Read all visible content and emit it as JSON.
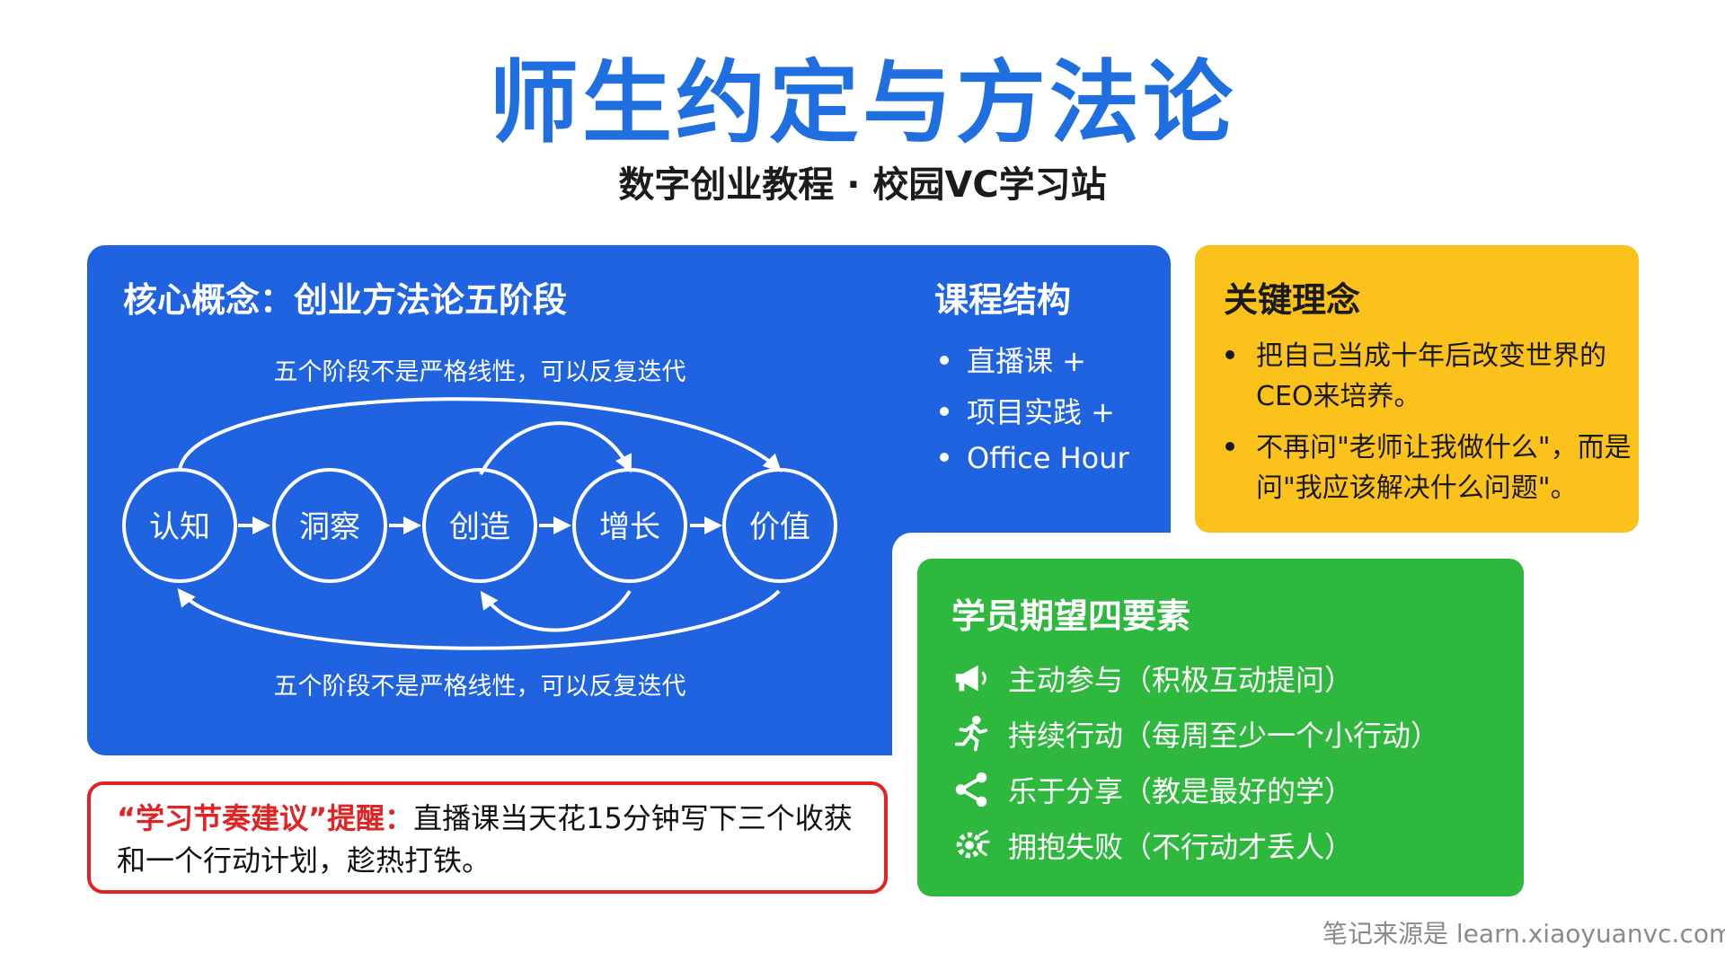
{
  "colors": {
    "title_blue": "#1f6fe0",
    "panel_blue": "#1f63e0",
    "panel_yellow": "#fbc21c",
    "panel_green": "#2eb83e",
    "reminder_red": "#e02424"
  },
  "header": {
    "title": "师生约定与方法论",
    "subtitle": "数字创业教程 · 校园VC学习站"
  },
  "core": {
    "title": "核心概念：创业方法论五阶段",
    "note_top": "五个阶段不是严格线性，可以反复迭代",
    "note_bottom": "五个阶段不是严格线性，可以反复迭代",
    "stages": [
      "认知",
      "洞察",
      "创造",
      "增长",
      "价值"
    ]
  },
  "course": {
    "title": "课程结构",
    "items": [
      "直播课 +",
      "项目实践 +",
      "Office Hour"
    ]
  },
  "key": {
    "title": "关键理念",
    "items": [
      "把自己当成十年后改变世界的CEO来培养。",
      "不再问\"老师让我做什么\"，而是问\"我应该解决什么问题\"。"
    ]
  },
  "expectations": {
    "title": "学员期望四要素",
    "items": [
      {
        "icon": "megaphone-icon",
        "text": "主动参与（积极互动提问）"
      },
      {
        "icon": "running-person-icon",
        "text": "持续行动（每周至少一个小行动）"
      },
      {
        "icon": "share-icon",
        "text": "乐于分享（教是最好的学）"
      },
      {
        "icon": "gear-broken-icon",
        "text": "拥抱失败（不行动才丢人）"
      }
    ]
  },
  "reminder": {
    "label": "“学习节奏建议”提醒：",
    "text": "直播课当天花15分钟写下三个收获和一个行动计划，趁热打铁。"
  },
  "footer": "笔记来源是 learn.xiaoyuanvc.com"
}
